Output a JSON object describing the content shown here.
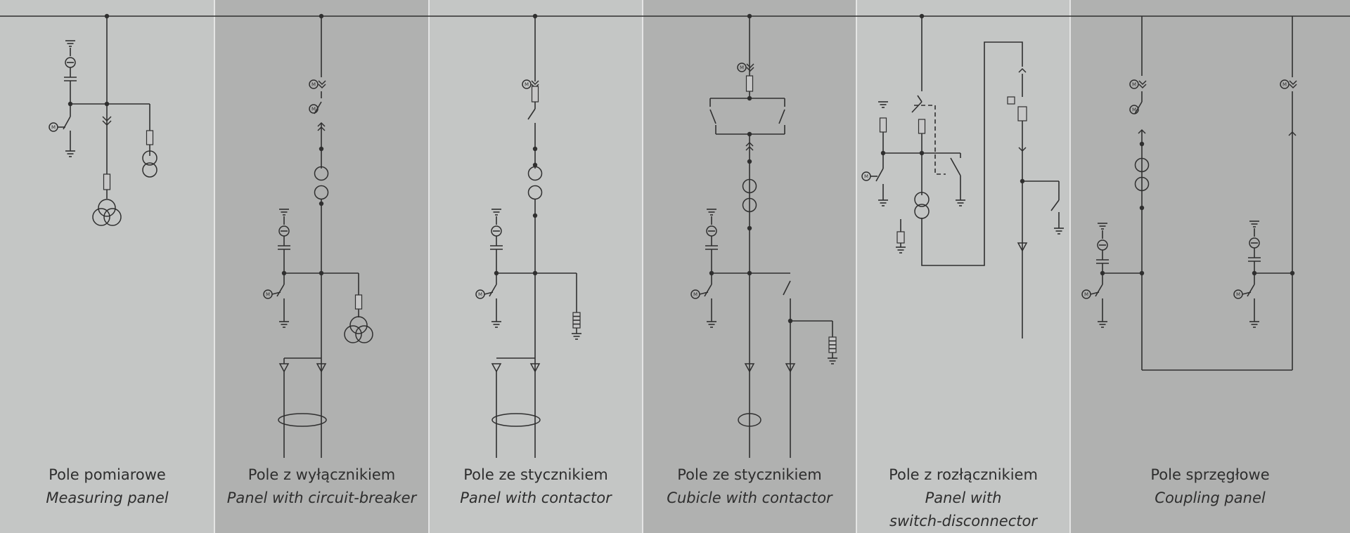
{
  "colors": {
    "panel_light": "#c4c6c5",
    "panel_dark": "#b0b1b0",
    "divider": "#f2f2f2",
    "line": "#2f2f2f",
    "text": "#2e2e2e"
  },
  "symbol_labels": {
    "motor": "M"
  },
  "panels": [
    {
      "pl": "Pole pomiarowe",
      "en": "Measuring panel",
      "shade": "light"
    },
    {
      "pl": "Pole z wyłącznikiem",
      "en": "Panel with circuit-breaker",
      "shade": "dark"
    },
    {
      "pl": "Pole ze stycznikiem",
      "en": "Panel with contactor",
      "shade": "light"
    },
    {
      "pl": "Pole ze stycznikiem",
      "en": "Cubicle with contactor",
      "shade": "dark"
    },
    {
      "pl": "Pole z rozłącznikiem",
      "en": "Panel with\nswitch-disconnector",
      "shade": "light"
    },
    {
      "pl": "Pole sprzęgłowe",
      "en": "Coupling panel",
      "shade": "dark"
    }
  ]
}
